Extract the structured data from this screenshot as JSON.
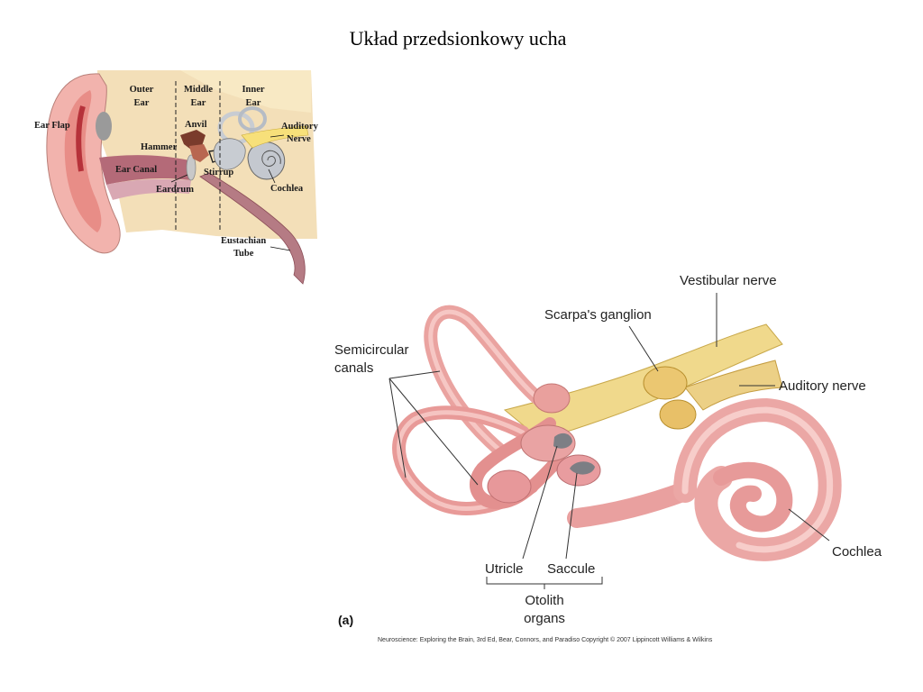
{
  "slide": {
    "title": "Układ przedsionkowy ucha"
  },
  "ear_diagram": {
    "region_labels": {
      "outer_1": "Outer",
      "outer_2": "Ear",
      "middle_1": "Middle",
      "middle_2": "Ear",
      "inner_1": "Inner",
      "inner_2": "Ear"
    },
    "part_labels": {
      "ear_flap": "Ear Flap",
      "anvil": "Anvil",
      "hammer": "Hammer",
      "ear_canal": "Ear Canal",
      "stirrup": "Stirrup",
      "eardrum": "Eardrum",
      "auditory_1": "Auditory",
      "auditory_2": "Nerve",
      "cochlea": "Cochlea",
      "eustachian_1": "Eustachian",
      "eustachian_2": "Tube"
    }
  },
  "vestibular_diagram": {
    "labels": {
      "vestibular_nerve": "Vestibular nerve",
      "scarpas_ganglion": "Scarpa's ganglion",
      "semicircular_1": "Semicircular",
      "semicircular_2": "canals",
      "auditory_nerve": "Auditory nerve",
      "cochlea": "Cochlea",
      "utricle": "Utricle",
      "saccule": "Saccule",
      "otolith_1": "Otolith",
      "otolith_2": "organs"
    },
    "panel": "(a)",
    "credit": "Neuroscience: Exploring the Brain, 3rd Ed, Bear, Connors, and Paradiso Copyright © 2007 Lippincott Williams & Wilkins"
  }
}
